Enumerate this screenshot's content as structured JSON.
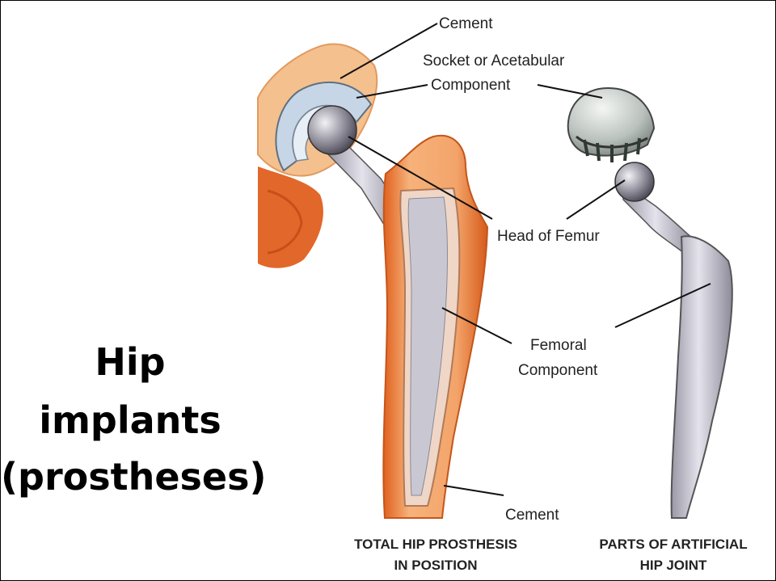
{
  "title": {
    "line1": "Hip",
    "line2": "implants",
    "line3": "(prostheses)"
  },
  "labels": {
    "cement_top": "Cement",
    "socket_line1": "Socket or Acetabular",
    "socket_line2": "Component",
    "head_of_femur": "Head of Femur",
    "femoral_line1": "Femoral",
    "femoral_line2": "Component",
    "cement_bottom": "Cement"
  },
  "captions": {
    "left_line1": "TOTAL HIP PROSTHESIS",
    "left_line2": "IN POSITION",
    "right_line1": "PARTS OF ARTIFICIAL",
    "right_line2": "HIP JOINT"
  }
}
